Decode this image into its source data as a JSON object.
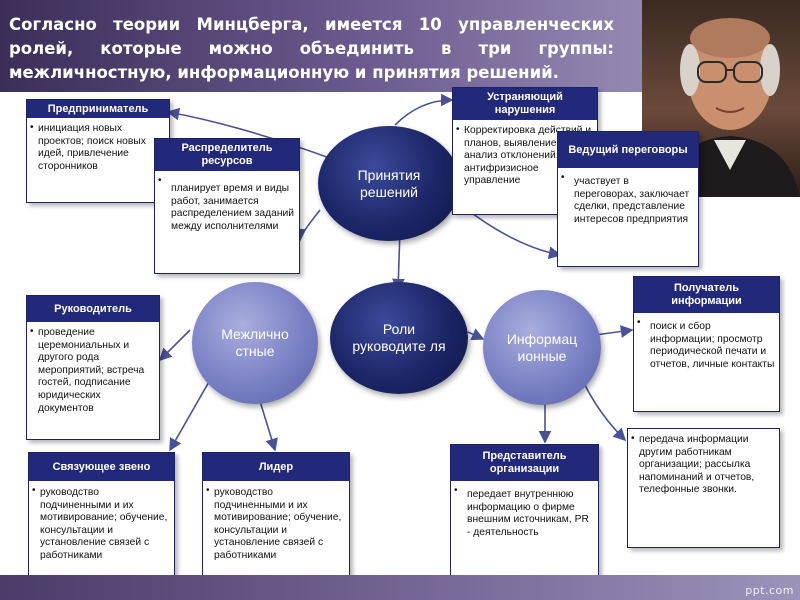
{
  "header": {
    "text": "Согласно теории Минцберга, имеется 10 управленческих ролей, которые можно объединить в три группы: межличностную, информационную и принятия решений."
  },
  "circles": {
    "center": "Роли руководите ля",
    "decisions": "Принятия решений",
    "interpersonal": "Межлично стные",
    "informational": "Информац ионные"
  },
  "boxes": {
    "entrepreneur": {
      "title": "Предприниматель",
      "text": "инициация новых проектов; поиск новых идей, привлечение сторонников"
    },
    "allocator": {
      "title": "Распределитель ресурсов",
      "text": "планирует время и виды работ, занимается распределением заданий между исполнителями"
    },
    "disturbance": {
      "title": "Устраняющий нарушения",
      "text": "Корректировка действий и планов, выявление и анализ отклонений, антифризисное управление"
    },
    "negotiator": {
      "title": "Ведущий переговоры",
      "text": "участвует в переговорах, заключает сделки, представление интересов предприятия"
    },
    "leader_figure": {
      "title": "Руководитель",
      "text": "проведение церемониальных и другого рода мероприятий; встреча гостей, подписание юридических документов"
    },
    "liaison": {
      "title": "Связующее звено",
      "text": "руководство подчиненными и их мотивирование; обучение, консультации и установление связей с работниками"
    },
    "leader": {
      "title": "Лидер",
      "text": "руководство подчиненными и их мотивирование; обучение, консультации и установление связей с работниками"
    },
    "monitor": {
      "title": "Получатель информации",
      "text": "поиск и сбор информации; просмотр периодической печати и отчетов, личные контакты"
    },
    "spokesperson": {
      "title": "Представитель организации",
      "text": "передает внутреннюю информацию о фирме внешним источникам, PR - деятельность"
    },
    "disseminator": {
      "text": "передача информации другим работникам организации; рассылка напоминаний и отчетов, телефонные звонки."
    }
  },
  "footer": {
    "watermark": "ppt.com"
  }
}
